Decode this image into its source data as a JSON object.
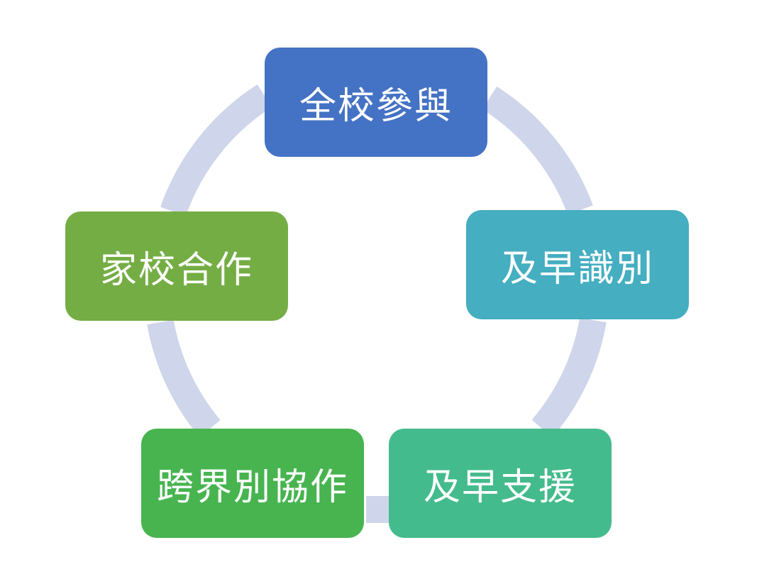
{
  "diagram": {
    "type": "cycle",
    "ring_color": "#cfd5ea",
    "nodes": [
      {
        "label": "全校參與",
        "color": "#4472c4"
      },
      {
        "label": "及早識別",
        "color": "#45aec1"
      },
      {
        "label": "及早支援",
        "color": "#44bb8c"
      },
      {
        "label": "跨界別協作",
        "color": "#48b450"
      },
      {
        "label": "家校合作",
        "color": "#75ad45"
      }
    ]
  }
}
